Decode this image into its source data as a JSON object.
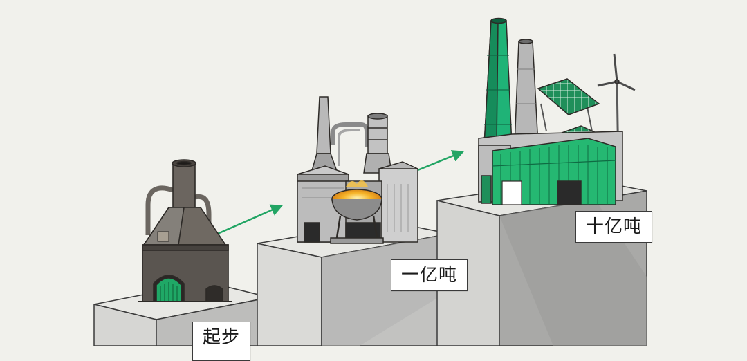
{
  "stages": [
    {
      "label": "起步"
    },
    {
      "label": "一亿吨"
    },
    {
      "label": "十亿吨"
    }
  ],
  "colors": {
    "background": "#f1f1ec",
    "accent_green": "#22a564",
    "bright_green": "#1fbf7a",
    "dark_metal": "#5f5a55",
    "light_metal": "#cfcfcf",
    "molten": "#f3a21b"
  }
}
